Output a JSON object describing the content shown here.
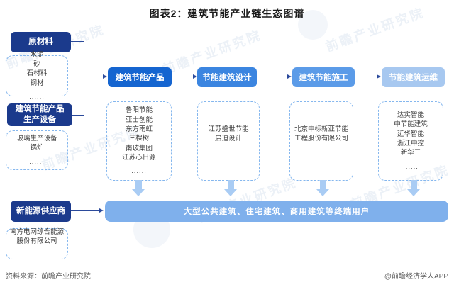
{
  "title": "图表2：建筑节能产业链生态图谱",
  "colors": {
    "header_navy": "#1b3a8c",
    "stage_1": "#1565d0",
    "stage_2": "#3b85e0",
    "stage_3": "#5b9be8",
    "stage_4": "#a7c8f0",
    "end_users_bar": "#7fb0ec",
    "dashed_border": "#85b7ee",
    "connector_line": "#2b4a9b",
    "down_arrow": "#a9ccf4"
  },
  "left_column": {
    "groups": [
      {
        "label": "原材料",
        "items": [
          "水泥",
          "砂",
          "石材料",
          "钢材"
        ],
        "more": "......"
      },
      {
        "label": "建筑节能产品\n生产设备",
        "items": [
          "玻璃生产设备",
          "锅炉"
        ],
        "more": "......"
      },
      {
        "label": "新能源供应商",
        "items": [
          "南方电网综合能源股份有限公司"
        ],
        "more": "......"
      }
    ]
  },
  "chain": {
    "stages": [
      {
        "label": "建筑节能产品",
        "companies": [
          "鲁阳节能",
          "亚士创能",
          "东方雨虹",
          "三棵树",
          "南玻集团",
          "江苏心日源"
        ],
        "more": "......"
      },
      {
        "label": "节能建筑设计",
        "companies": [
          "江苏盛世节能",
          "启迪设计"
        ],
        "more": "......"
      },
      {
        "label": "建筑节能施工",
        "companies": [
          "北京中标新亚节能工程股份有限公司"
        ],
        "more": "......"
      },
      {
        "label": "节能建筑运维",
        "companies": [
          "达实智能",
          "中节能建筑",
          "延华智能",
          "浙江中控",
          "新华三"
        ],
        "more": "......"
      }
    ]
  },
  "end_users": {
    "label": "大型公共建筑、住宅建筑、商用建筑等终端用户"
  },
  "footer": {
    "source": "资料来源：前瞻产业研究院",
    "credit": "@前瞻经济学人APP"
  },
  "watermark": {
    "text": "前瞻产业研究院"
  }
}
